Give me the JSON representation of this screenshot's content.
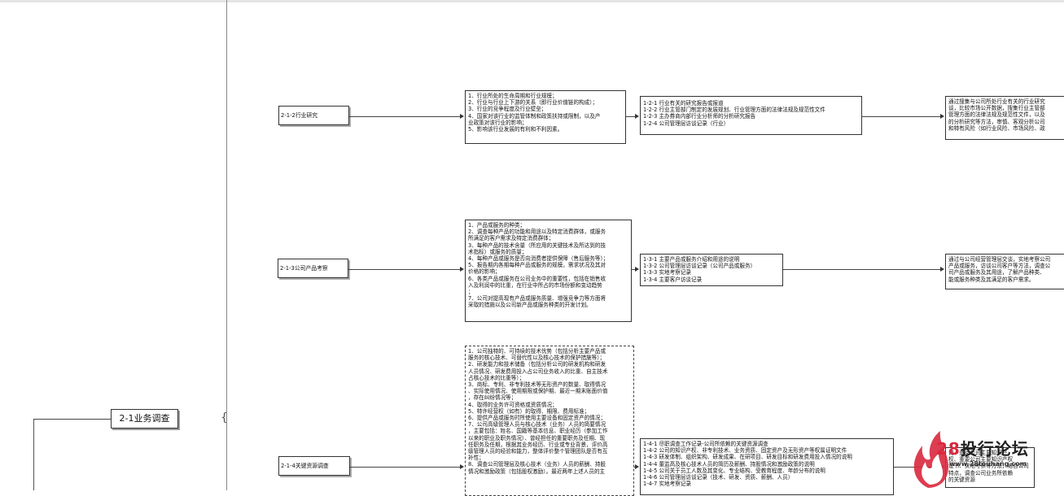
{
  "root": {
    "label": "2-1业务调查"
  },
  "rows": [
    {
      "node_label": "2-1-2行业研究",
      "detail": "1、行业所处的生命周期和行业规模；\n2、行业与行业上下游的关系（即行业价值链的构成）；\n3、行业的竞争程度及行业壁垒；\n4、国家对该行业的监管体制和政策扶持或限制，以及产\n业政策对该行业的影响；\n5、影响该行业发展的有利和不利因素。",
      "docs": "1-2-1 行业有关的研究报告或报道\n1-2-2 行业主管部门制定的发展规划、行业管理方面的法律法规及规范性文件\n1-2-3 主办券商内部行业分析师的分析研究报告\n1-2-4 公司管理层访谈记录（行业）",
      "method": "通过搜集与公司所处行业有关的行业研究\n谈，比较市场公开数据，搜集行业主管部\n管理方面的法律法规及规范性文件，以及\n的分析研究等方法，审慎、客观分析公司\n和特有风险（如行业风险、市场风险、政"
    },
    {
      "node_label": "2-1-3公司产品考察",
      "detail": "1、产品或服务的种类；\n2、调查每种产品的功能和用途以及特定消费群体，或服务\n所满足的客户需求及特定消费群体；\n3、每种产品的技术含量（所应用的关键技术及所达到的技\n术指标）或服务的质量；\n4、每种产品或服务是否向消费者提供保障（售后服务等）；\n5、报告期内各期每种产品或服务的规模，需求状况及其对\n价格的影响；\n6、各类产品或服务在公司业务中的重要性，包括在销售收\n入及利润中的比重，在行业中所占的市场份额和变动趋势\n；\n7、公司对提高现有产品或服务质量、增强竞争力等方面将\n采取的措施以及公司新产品或服务种类的开发计划。",
      "docs": "1-3-1 主要产品或服务介绍和用途的说明\n1-3-2 公司管理层访谈记录（公司产品或服务）\n1-3-3 实地考察记录\n1-3-4 主要客户访谈记录",
      "method": "通过与公司经营管理层交谈，实地考察公司\n产品或服务，访谈公司客户等方法，调查公\n司产品或服务及其用途，了解产品种类、\n能或服务种类及其满足的客户需求。"
    },
    {
      "node_label": "2-1-4关键资源调查",
      "detail": "1、公司独特的、可持续的技术优势（包括分析主要产品或\n服务的核心技术、可替代性以及核心技术的保护措施等）；\n2、研发能力和技术储备（包括分析公司的研发机构和研发\n人员情况、研发费用投入占公司业务收入的比重、自主技术\n占核心技术的比重等）；\n3、商标、专利、非专利技术等无形资产的数量、取得情况\n、实际使用情况、使用期限或保护期、最近一期末账面价值\n，存在纠纷情况等；\n4、取得的业务许可资格或资质情况；\n5、特许经营权（如有）的取得、期限、费用标准；\n6、提供产品或服务时所使用主要设备和固定资产的情况；\n7、公司高级管理人员与核心技术（业务）人员的简要情况\n，主要包括：姓名、国籍等基本信息、职业经历（参加工作\n以来的职业及职务情况）、曾经担任的重要职务及任期、现\n任职务及任期，根据其业务经历、行业或专业背景，评价高\n级管理人员的经验和能力，整体评价整个管理团队是否有互\n补性；\n8、调查公司管理层及核心技术（业务）人员的薪酬、持股\n情况和激励政策（包括股权激励）。最近两年上述人员的主",
      "docs": "1-4-1 尽职调查工作记录-公司所依赖的关键资源调查\n1-4-2 公司的知识产权、非专利技术、业务资质、固定资产及无形资产等权属证明文件\n1-4-3 研发体制、组织架构、研发成果、在研项目、研发目标和研发费用投入情况的说明\n1-4-4 董监高及核心技术人员的简历及薪酬、持股情况和激励政策的说明\n1-4-5 公司关于员工人数及其变化、专业结构、受教育程度、年龄分布的说明\n1-4-6 公司管理层访谈记录（技术、研发、资质、薪酬、人员）\n1-4-7 实地考察记录",
      "method": "询、查阅公司主要知识产\n权、重要公司主要知识产权\n证书、实地考察等方法，结合公司\n特点，调查公司业务所依赖\n的关键资源"
    }
  ],
  "watermark": {
    "number": "28",
    "name": "投行论坛",
    "url": "www.28touhang.com"
  }
}
